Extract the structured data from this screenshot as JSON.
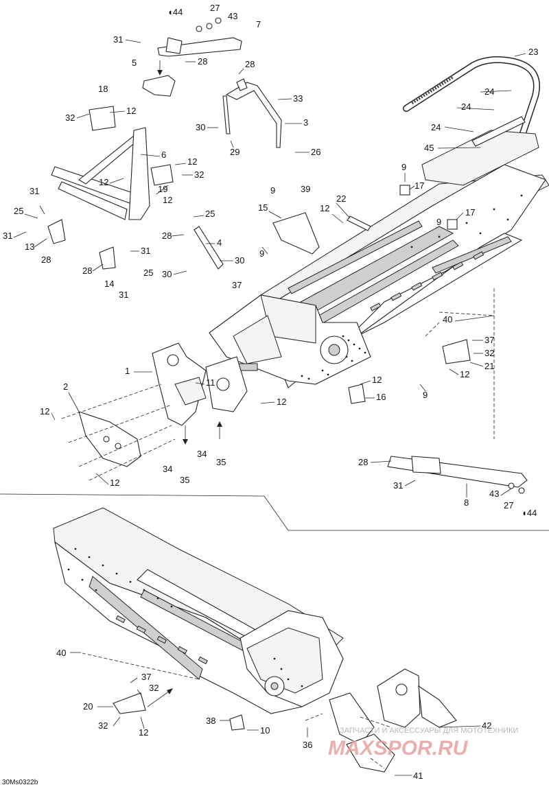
{
  "diagram": {
    "reference": "30Ms0322b",
    "callouts_upper": [
      "44",
      "27",
      "43",
      "7",
      "31",
      "28",
      "5",
      "28",
      "33",
      "3",
      "30",
      "29",
      "26",
      "18",
      "32",
      "12",
      "6",
      "12",
      "19",
      "12",
      "32",
      "12",
      "31",
      "25",
      "31",
      "13",
      "28",
      "25",
      "28",
      "4",
      "30",
      "30",
      "37",
      "31",
      "28",
      "14",
      "25",
      "31",
      "23",
      "24",
      "24",
      "24",
      "45",
      "9",
      "17",
      "9",
      "39",
      "15",
      "22",
      "12",
      "9",
      "17",
      "9",
      "40",
      "37",
      "32",
      "21",
      "12",
      "1",
      "11",
      "2",
      "12",
      "12",
      "16",
      "9",
      "12",
      "34",
      "35",
      "34",
      "35",
      "28",
      "31",
      "8",
      "43",
      "27",
      "44"
    ],
    "callouts_lower": [
      "40",
      "37",
      "32",
      "20",
      "32",
      "12",
      "38",
      "10",
      "36",
      "42",
      "41"
    ]
  },
  "watermark": {
    "text": "ЗАПЧАСТИ И АКСЕССУАРЫ ДЛЯ МОТОТЕХНИКИ",
    "logo": "MAXSPOR.RU"
  }
}
